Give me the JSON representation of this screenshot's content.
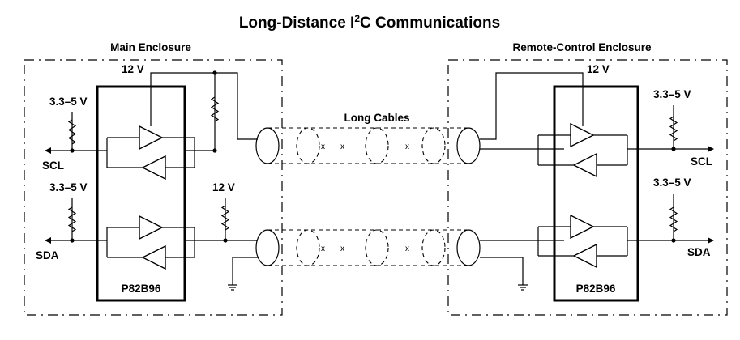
{
  "title_main": "Long-Distance I",
  "title_sup": "2",
  "title_rest": "C Communications",
  "main_enclosure": {
    "label": "Main Enclosure",
    "supply_12v_top": "12 V",
    "supply_12v_mid": "12 V",
    "pullup_scl": "3.3–5 V",
    "pullup_sda": "3.3–5 V",
    "scl_label": "SCL",
    "sda_label": "SDA",
    "chip_name": "P82B96"
  },
  "cable": {
    "label": "Long Cables"
  },
  "remote_enclosure": {
    "label": "Remote-Control Enclosure",
    "supply_12v": "12 V",
    "pullup_scl": "3.3–5 V",
    "pullup_sda": "3.3–5 V",
    "scl_label": "SCL",
    "sda_label": "SDA",
    "chip_name": "P82B96"
  },
  "icons": [
    "buffer-triangle-icon",
    "resistor-icon",
    "ground-icon",
    "arrow-icon"
  ]
}
